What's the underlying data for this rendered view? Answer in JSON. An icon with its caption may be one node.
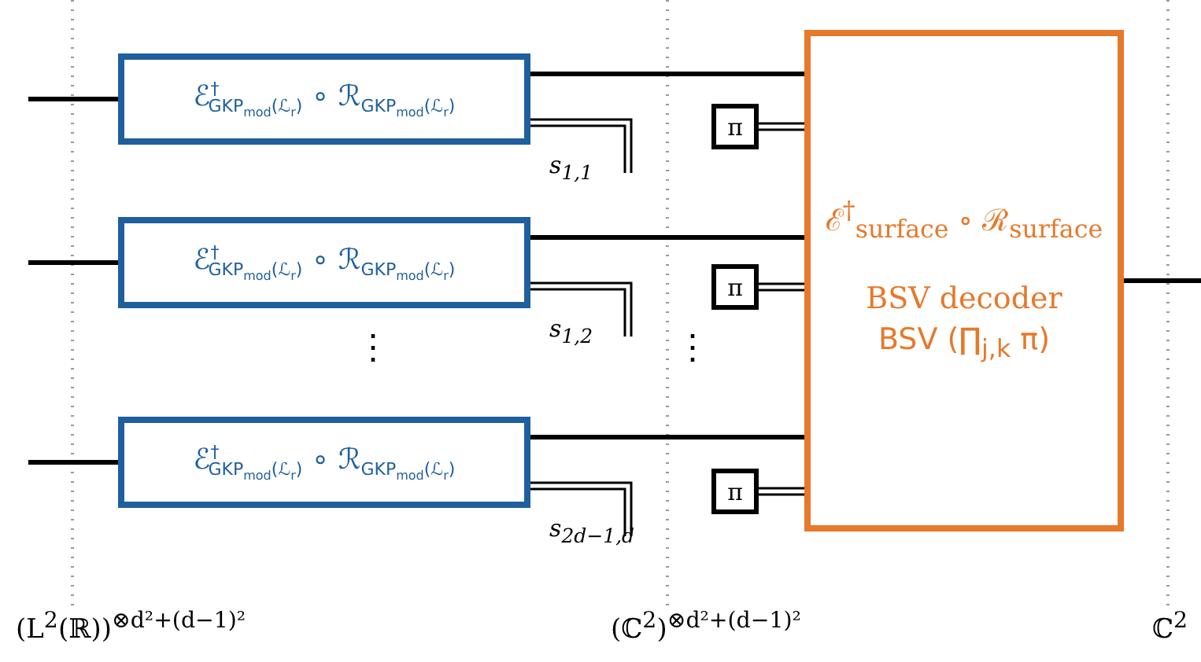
{
  "diagram": {
    "nodes": [
      {
        "text": [
          "ℰ$^{†}$$_{GKP}$$_{mod}$$_{(ℒ}$$_{r}$$_{)}$ ∘ ℛ$_{GKP}$$_{mod}$$_{(ℒ}$$_{r}$$_{)}$"
        ]
      },
      {
        "text": [
          "ℰ$^{†}$$_{GKP}$$_{mod}$$_{(ℒ}$$_{r}$$_{)}$ ∘ ℛ$_{GKP}$$_{mod}$$_{(ℒ}$$_{r}$$_{)}$"
        ]
      },
      {
        "text": [
          "ℰ$^{†}$$_{GKP}$$_{mod}$$_{(ℒ}$$_{r}$$_{)}$ ∘ ℛ$_{GKP}$$_{mod}$$_{(ℒ}$$_{r}$$_{)}$"
        ]
      },
      {
        "text": [
          "π"
        ]
      },
      {
        "text": [
          "π"
        ]
      },
      {
        "text": [
          "π"
        ]
      },
      {
        "text": [
          "ℰ$^{†}$$_{surface}$ ∘ ℛ$_{surface}$",
          "BSV decoder",
          "BSV (∏$_{j,k}$ π)"
        ]
      }
    ],
    "edges": [
      {
        "from": null,
        "to": 0,
        "arrow": "none"
      },
      {
        "from": 0,
        "to": 6,
        "arrow": "none"
      },
      {
        "from": 0,
        "to": null,
        "arrow": "none",
        "label": "s$_{1,1}$"
      },
      {
        "from": 3,
        "to": 6,
        "arrow": "none"
      },
      {
        "from": null,
        "to": 1,
        "arrow": "none"
      },
      {
        "from": 1,
        "to": 6,
        "arrow": "none"
      },
      {
        "from": 1,
        "to": null,
        "arrow": "none",
        "label": "s$_{1,2}$"
      },
      {
        "from": 4,
        "to": 6,
        "arrow": "none"
      },
      {
        "from": null,
        "to": 2,
        "arrow": "none"
      },
      {
        "from": 2,
        "to": 6,
        "arrow": "none"
      },
      {
        "from": 2,
        "to": null,
        "arrow": "none",
        "label": "s$_{2d−1,d}$"
      },
      {
        "from": 5,
        "to": 6,
        "arrow": "none"
      },
      {
        "from": 6,
        "to": null,
        "arrow": "none"
      }
    ],
    "labels": [
      "⋮",
      "⋮",
      "(L$^{2}$(ℝ))$^{⊗d²+(d−1)²}$",
      "(ℂ$^{2}$)$^{⊗d²+(d−1)²}$",
      "ℂ$^{2}$"
    ]
  }
}
